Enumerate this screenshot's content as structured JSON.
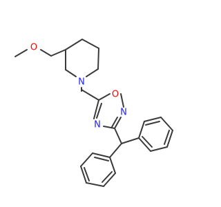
{
  "atoms": {
    "methoxy_O": {
      "symbol": "O",
      "color": "#ff0000"
    },
    "piperidine_N": {
      "symbol": "N",
      "color": "#2222ff"
    },
    "oxadiazole_O": {
      "symbol": "O",
      "color": "#ff0000"
    },
    "oxadiazole_N2": {
      "symbol": "N",
      "color": "#2222ff"
    },
    "oxadiazole_N4": {
      "symbol": "N",
      "color": "#2222ff"
    }
  },
  "colors": {
    "bond": "#3a3a3a",
    "nitrogen": "#2222ff",
    "oxygen": "#ff0000",
    "background": "#ffffff"
  }
}
